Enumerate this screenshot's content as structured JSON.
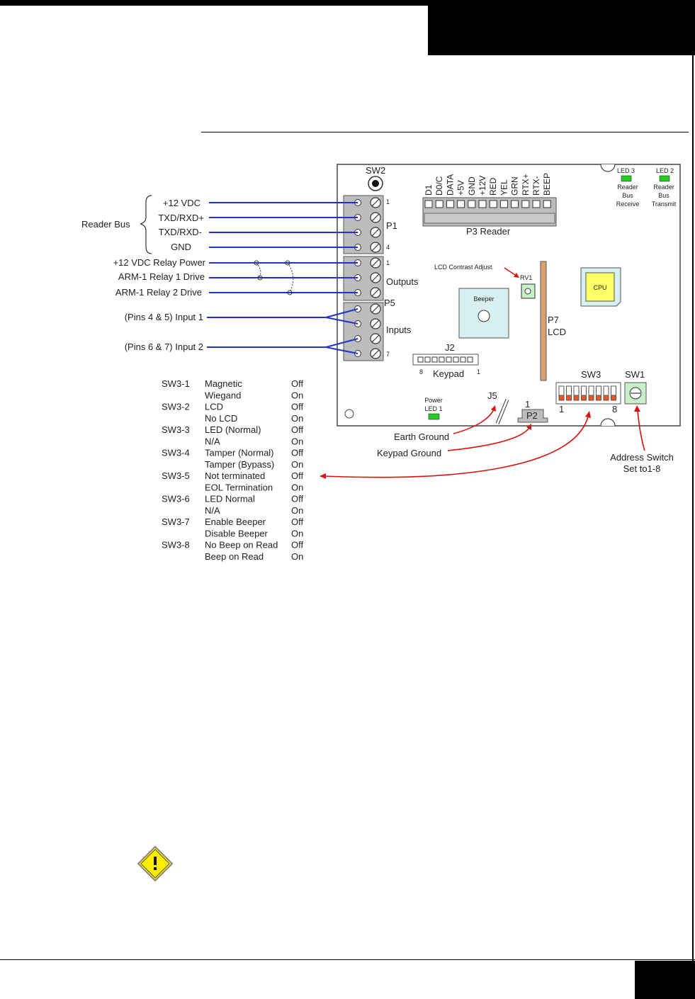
{
  "reader_bus_label": "Reader Bus",
  "left_wires": [
    "+12 VDC",
    "TXD/RXD+",
    "TXD/RXD-",
    "GND",
    "+12 VDC Relay Power",
    "ARM-1 Relay 1 Drive",
    "ARM-1 Relay 2 Drive",
    "(Pins 4 & 5) Input 1",
    "(Pins 6 & 7) Input 2"
  ],
  "board": {
    "sw2": "SW2",
    "p1": "P1",
    "outputs": "Outputs",
    "p5": "P5",
    "inputs": "Inputs",
    "pin_1a": "1",
    "pin_4": "4",
    "pin_1b": "1",
    "pin_7": "7",
    "p3_pins": [
      "D1",
      "D0/C",
      "DATA",
      "+5V",
      "GND",
      "+12V",
      "RED",
      "YEL",
      "GRN",
      "RTX+",
      "RTX-",
      "BEEP"
    ],
    "p3_label": "P3  Reader",
    "led3": "LED 3",
    "led3_desc": [
      "Reader",
      "Bus",
      "Receive"
    ],
    "led2": "LED 2",
    "led2_desc": [
      "Reader",
      "Bus",
      "Transmit"
    ],
    "lcd_contrast": "LCD Contrast Adjust",
    "rv1": "RV1",
    "beeper": "Beeper",
    "cpu": "CPU",
    "p7": "P7",
    "lcd": "LCD",
    "j2": "J2",
    "keypad": "Keypad",
    "j2_pin8": "8",
    "j2_pin1": "1",
    "sw3": "SW3",
    "sw1": "SW1",
    "sw3_pin1": "1",
    "sw3_pin8": "8",
    "power_led": [
      "Power",
      "LED 1"
    ],
    "j5": "J5",
    "p2": "P2",
    "p2_pin1": "1",
    "earth_ground": "Earth Ground",
    "keypad_ground": "Keypad Ground",
    "address_switch": [
      "Address Switch",
      "Set to1-8"
    ]
  },
  "colors": {
    "wire": "#2233cc",
    "arrow": "#dd1111",
    "led": "#22cc22",
    "dip": "#ee5522",
    "component": "#d8f0f0"
  },
  "switch_table": [
    {
      "sw": "SW3-1",
      "desc": "Magnetic",
      "state": "Off"
    },
    {
      "sw": "",
      "desc": "Wiegand",
      "state": "On"
    },
    {
      "sw": "SW3-2",
      "desc": "LCD",
      "state": "Off"
    },
    {
      "sw": "",
      "desc": "No LCD",
      "state": "On"
    },
    {
      "sw": "SW3-3",
      "desc": "LED (Normal)",
      "state": "Off"
    },
    {
      "sw": "",
      "desc": "N/A",
      "state": "On"
    },
    {
      "sw": "SW3-4",
      "desc": "Tamper (Normal)",
      "state": "Off"
    },
    {
      "sw": "",
      "desc": "Tamper (Bypass)",
      "state": "On"
    },
    {
      "sw": "SW3-5",
      "desc": "Not terminated",
      "state": "Off"
    },
    {
      "sw": "",
      "desc": "EOL Termination",
      "state": "On"
    },
    {
      "sw": "SW3-6",
      "desc": "LED Normal",
      "state": "Off"
    },
    {
      "sw": "",
      "desc": "N/A",
      "state": "On"
    },
    {
      "sw": "SW3-7",
      "desc": "Enable Beeper",
      "state": "Off"
    },
    {
      "sw": "",
      "desc": "Disable Beeper",
      "state": "On"
    },
    {
      "sw": "SW3-8",
      "desc": "No Beep on Read",
      "state": "Off"
    },
    {
      "sw": "",
      "desc": "Beep on Read",
      "state": "On"
    }
  ]
}
